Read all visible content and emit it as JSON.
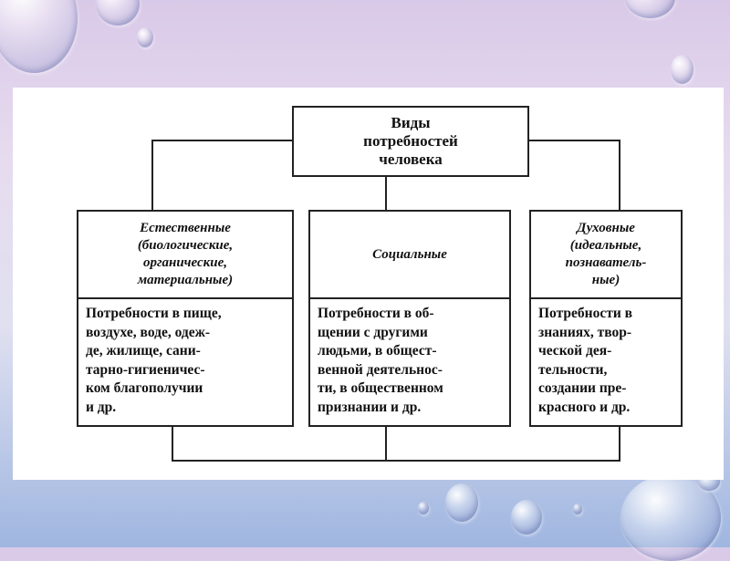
{
  "diagram": {
    "root": {
      "lines": [
        "Виды",
        "потребностей",
        "человека"
      ]
    },
    "categories": [
      {
        "head": [
          "Естественные",
          "(биологические,",
          "органические,",
          "материальные)"
        ],
        "body": [
          "Потребности в пище,",
          "воздухе, воде, одеж-",
          "де, жилище, сани-",
          "тарно-гигиеничес-",
          "ком благополучии",
          "и др."
        ]
      },
      {
        "head": [
          "Социальные"
        ],
        "body": [
          "Потребности в об-",
          "щении с другими",
          "людьми, в общест-",
          "венной деятельнос-",
          "ти, в общественном",
          "признании и др."
        ]
      },
      {
        "head": [
          "Духовные",
          "(идеальные,",
          "познаватель-",
          "ные)"
        ],
        "body": [
          "Потребности в",
          "знаниях, твор-",
          "ческой дея-",
          "тельности,",
          "создании пре-",
          "красного и др."
        ]
      }
    ]
  }
}
